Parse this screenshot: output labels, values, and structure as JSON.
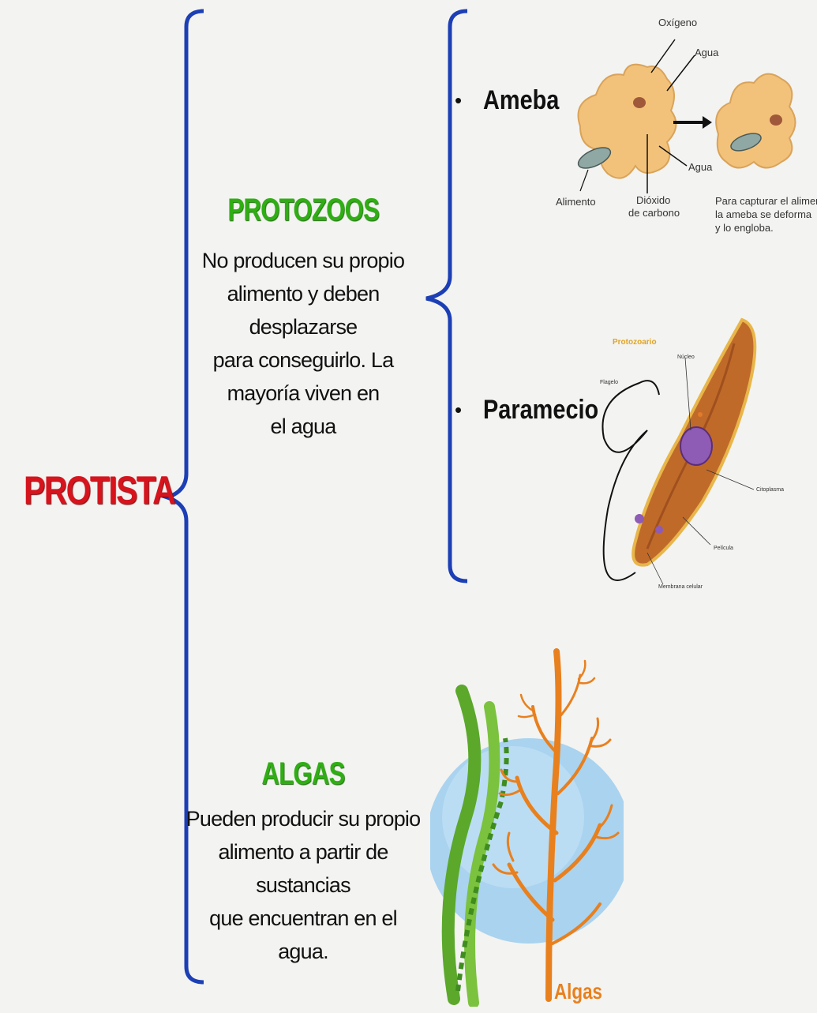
{
  "main": {
    "title": "PROTISTA"
  },
  "protozoos": {
    "title": "PROTOZOOS",
    "desc": [
      "No producen su propio",
      "alimento  y deben desplazarse",
      "para conseguirlo. La",
      "mayoría viven en",
      "el agua"
    ],
    "items": [
      {
        "label": "Ameba"
      },
      {
        "label": "Paramecio"
      }
    ]
  },
  "algas": {
    "title": "ALGAS",
    "desc": [
      "Pueden producir su propio",
      "alimento a partir de sustancias",
      "que encuentran en el agua."
    ]
  },
  "ameba_figure": {
    "labels": {
      "oxigeno": "Oxígeno",
      "agua1": "Agua",
      "agua2": "Agua",
      "alimento": "Alimento",
      "dioxido1": "Dióxido",
      "dioxido2": "de carbono",
      "caption1": "Para capturar el alimento",
      "caption2": "la ameba se deforma",
      "caption3": "y lo engloba."
    }
  },
  "paramecio_figure": {
    "labels": {
      "title": "Protozoario",
      "nucleo": "Núcleo",
      "flagelo": "Flagelo",
      "citoplasma": "Citoplasma",
      "pelicula": "Película",
      "membrana": "Membrana celular"
    }
  },
  "algas_figure": {
    "label": "Algas"
  },
  "colors": {
    "title_red": "#d6141d",
    "group_green": "#2fae14",
    "bracket_blue": "#1c3fb5",
    "alga_orange": "#e8801e"
  }
}
